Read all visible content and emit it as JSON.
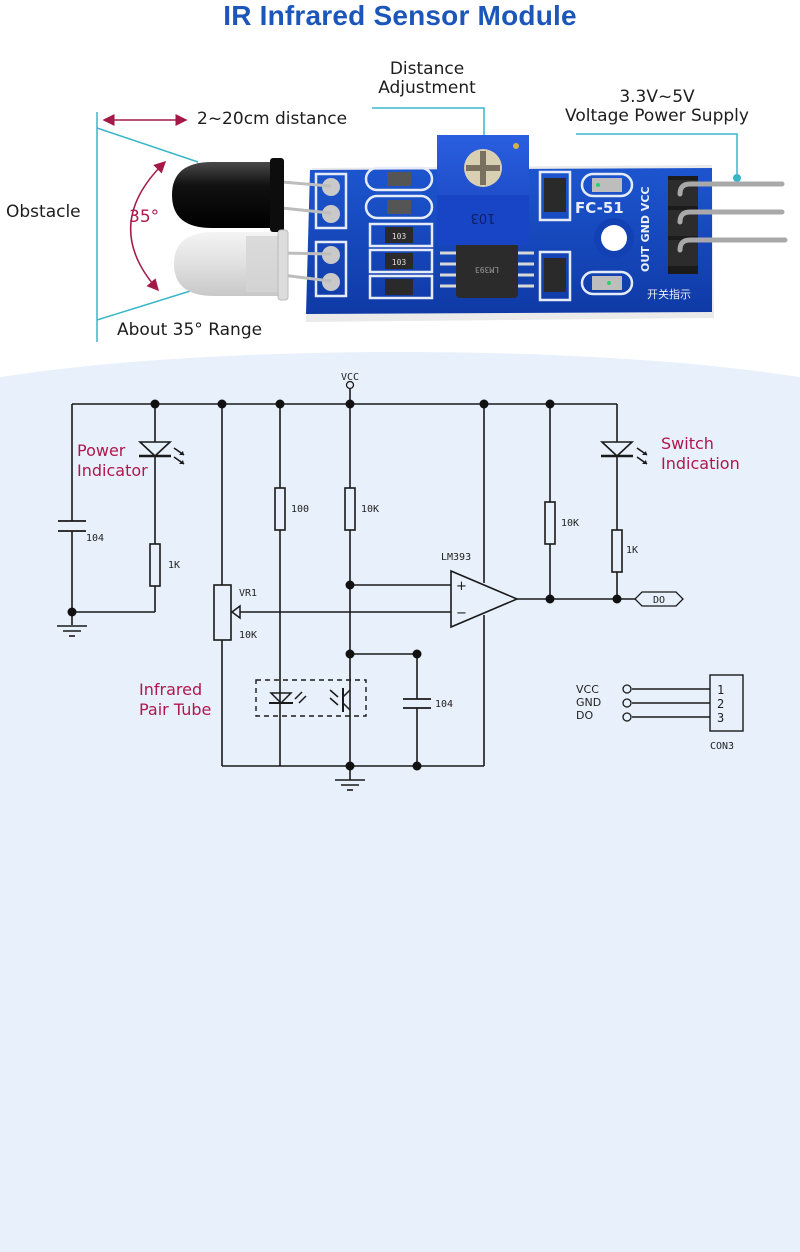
{
  "title": "IR Infrared Sensor Module",
  "photo_labels": {
    "distance": "2~20cm distance",
    "obstacle": "Obstacle",
    "angle": "35°",
    "range": "About 35° Range",
    "distance_adjustment_line1": "Distance",
    "distance_adjustment_line2": "Adjustment",
    "power_supply_line1": "3.3V~5V",
    "power_supply_line2": "Voltage Power Supply"
  },
  "board_markings": {
    "model": "FC-51",
    "pin_labels": "OUT GND VCC",
    "resistor_1": "103",
    "resistor_2": "103",
    "potentiometer": "103",
    "chip": "LM393",
    "switch_indicator_cn": "开关指示"
  },
  "schematic": {
    "vcc_label": "VCC",
    "power_indicator_line1": "Power",
    "power_indicator_line2": "Indicator",
    "switch_indication_line1": "Switch",
    "switch_indication_line2": "Indication",
    "infrared_pair_line1": "Infrared",
    "infrared_pair_line2": "Pair Tube",
    "components": {
      "c1": "104",
      "r_power_led": "1K",
      "r_100": "100",
      "r_10k_a": "10K",
      "vr1_name": "VR1",
      "vr1_value": "10K",
      "comparator": "LM393",
      "plus": "+",
      "minus": "−",
      "r_10k_b": "10K",
      "r_switch_led": "1K",
      "c2": "104",
      "output": "DO"
    },
    "connector": {
      "name": "CON3",
      "pins": [
        {
          "label": "VCC",
          "number": "1"
        },
        {
          "label": "GND",
          "number": "2"
        },
        {
          "label": "DO",
          "number": "3"
        }
      ]
    }
  },
  "colors": {
    "title": "#1c56b8",
    "annotation": "#b0174d",
    "callout_line": "#39b7c8",
    "board": "#1447c2",
    "schematic_bg": "#e7f0fb"
  }
}
